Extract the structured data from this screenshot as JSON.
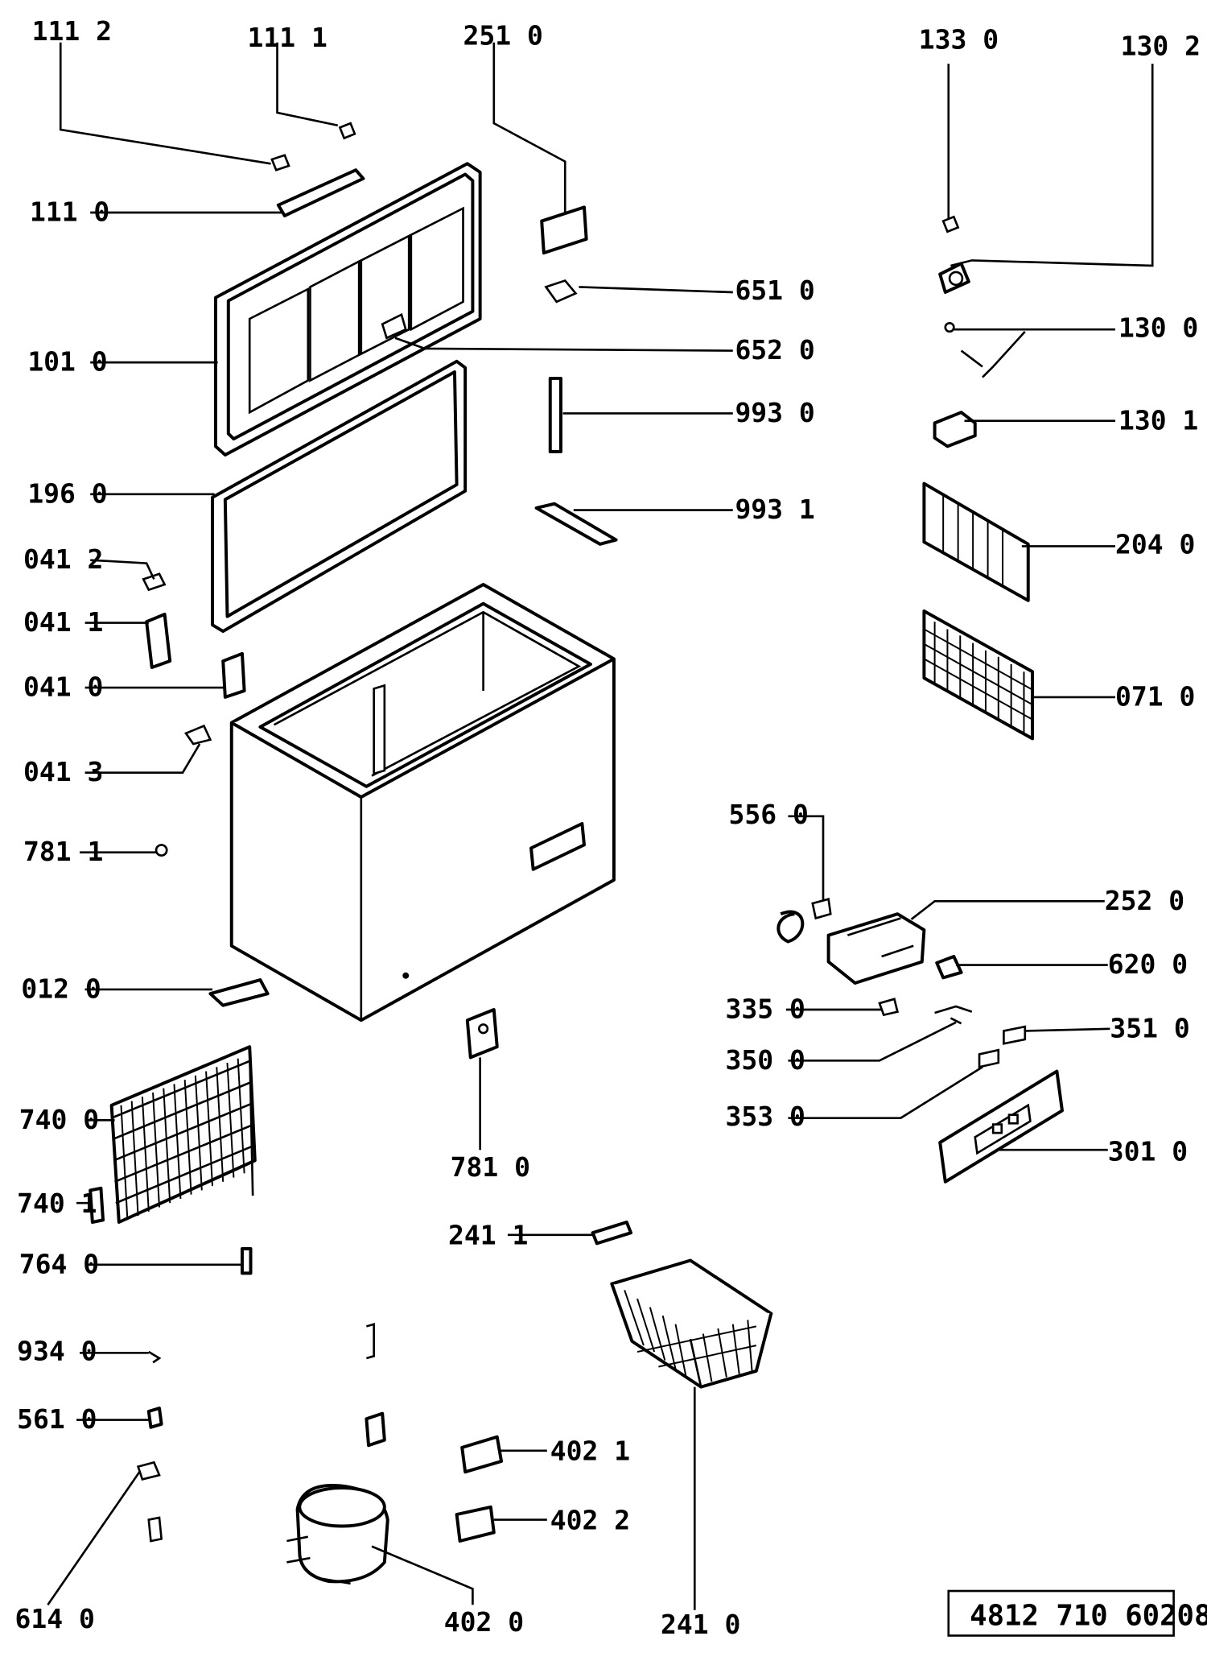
{
  "labels": {
    "l1112": "111 2",
    "l1111": "111  1",
    "l2510": "251 0",
    "l1330": "133  0",
    "l1302": "130 2",
    "l1110": "111 0",
    "l6510": "651 0",
    "l1300": "130 0",
    "l1010": "101 0",
    "l6520": "652 0",
    "l9930": "993 0",
    "l1301": "130 1",
    "l1960": "196 0",
    "l9931": "993 1",
    "l0412": "041 2",
    "l2040": "204 0",
    "l0411": "041 1",
    "l0410": "041 0",
    "l0710": "071 0",
    "l0413": "041 3",
    "l5560": "556 0",
    "l7811": "781 1",
    "l2520": "252 0",
    "l6200": "620 0",
    "l0120": "012 0",
    "l3350": "335 0",
    "l3510": "351 0",
    "l3500": "350 0",
    "l7400": "740 0",
    "l3530": "353 0",
    "l3010": "301 0",
    "l7810": "781 0",
    "l7401": "740 1",
    "l2411": "241 1",
    "l7640": "764 0",
    "l9340": "934 0",
    "l5610": "561 0",
    "l4021": "402  1",
    "l4022": "402  2",
    "l6140": "614 0",
    "l4020": "402  0",
    "l2410": "241  0"
  },
  "reference": "4812   710   60208"
}
